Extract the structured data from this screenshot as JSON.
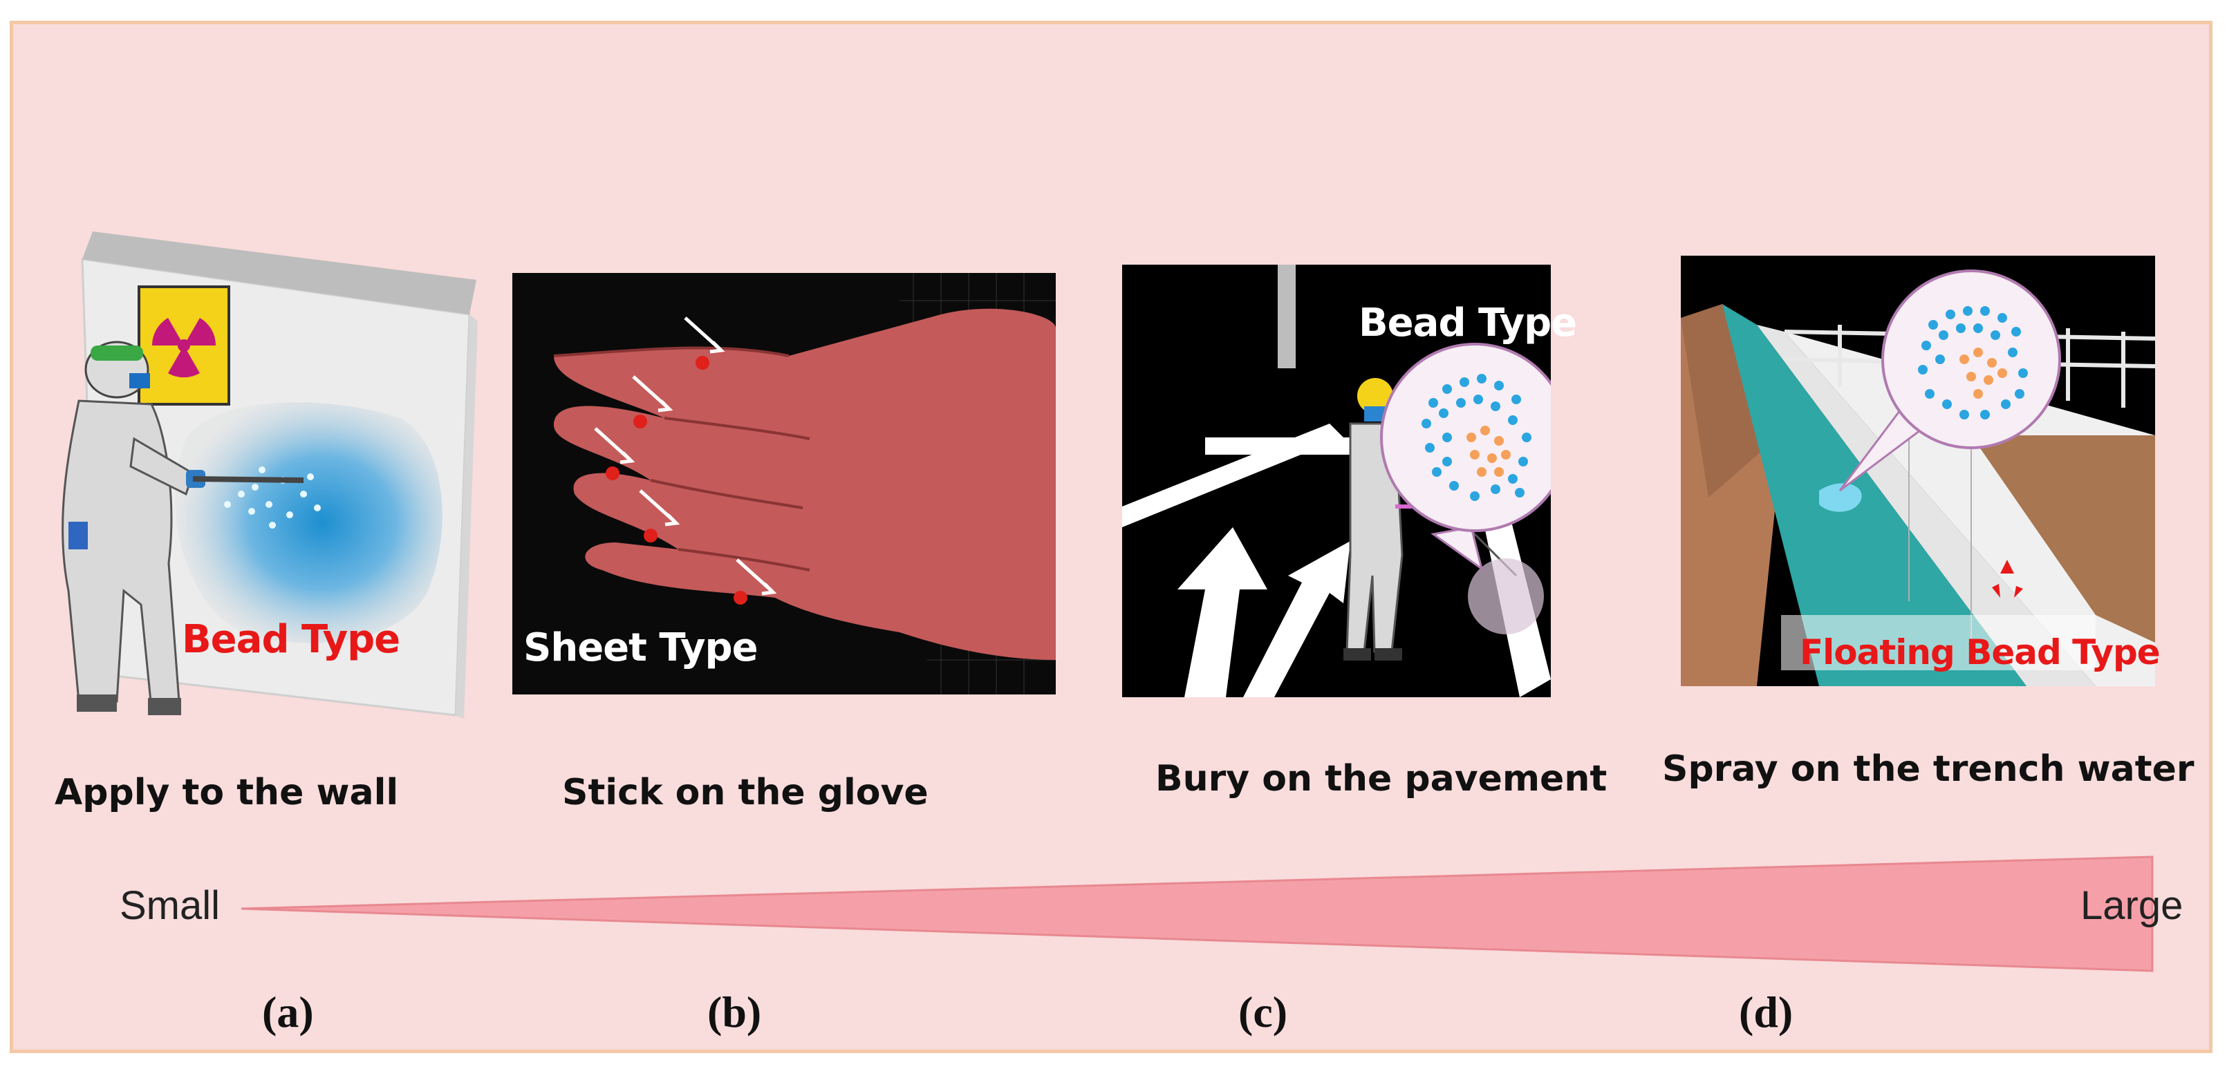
{
  "panels": [
    {
      "id": "a",
      "inset_label": "Bead Type",
      "caption": "Apply to the wall",
      "letter": "(a)"
    },
    {
      "id": "b",
      "inset_label": "Sheet Type",
      "caption": "Stick on the glove",
      "letter": "(b)"
    },
    {
      "id": "c",
      "inset_label": "Bead Type",
      "caption": "Bury on the pavement",
      "letter": "(c)"
    },
    {
      "id": "d",
      "inset_label": "Floating Bead Type",
      "caption": "Spray on the trench water",
      "letter": "(d)"
    }
  ],
  "scale": {
    "start_label": "Small",
    "end_label": "Large"
  },
  "colors": {
    "background": "#f9dcdc",
    "border": "#f3c8a4",
    "label_red": "#e81818",
    "label_white": "#ffffff",
    "wedge": "#f5a0a8"
  }
}
